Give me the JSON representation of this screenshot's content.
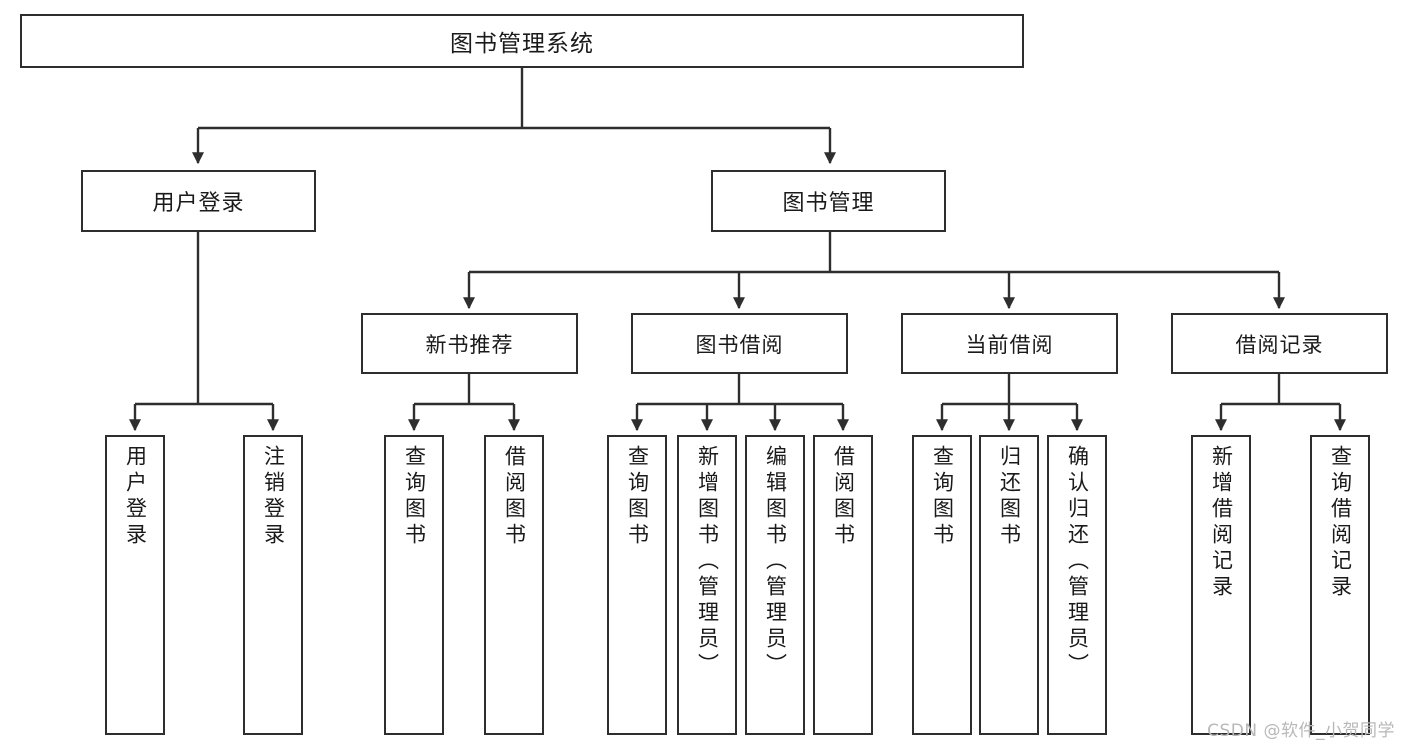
{
  "diagram": {
    "type": "hierarchy-tree",
    "title": "图书管理系统",
    "root": {
      "label": "图书管理系统"
    },
    "level1": [
      {
        "label": "用户登录"
      },
      {
        "label": "图书管理"
      }
    ],
    "level2": [
      {
        "label": "新书推荐"
      },
      {
        "label": "图书借阅"
      },
      {
        "label": "当前借阅"
      },
      {
        "label": "借阅记录"
      }
    ],
    "leaves": {
      "user_login": [
        {
          "label": "用户登录"
        },
        {
          "label": "注销登录"
        }
      ],
      "new_book_recommend": [
        {
          "label": "查询图书"
        },
        {
          "label": "借阅图书"
        }
      ],
      "book_borrow": [
        {
          "label": "查询图书"
        },
        {
          "label": "新增图书（管理员）"
        },
        {
          "label": "编辑图书（管理员）"
        },
        {
          "label": "借阅图书"
        }
      ],
      "current_borrow": [
        {
          "label": "查询图书"
        },
        {
          "label": "归还图书"
        },
        {
          "label": "确认归还（管理员）"
        }
      ],
      "borrow_record": [
        {
          "label": "新增借阅记录"
        },
        {
          "label": "查询借阅记录"
        }
      ]
    }
  },
  "watermark": {
    "text": "CSDN @软件_小贺同学"
  },
  "colors": {
    "border": "#2e2e2e",
    "background": "#ffffff",
    "text": "#1a1a1a",
    "watermark": "#b8b8b8"
  }
}
